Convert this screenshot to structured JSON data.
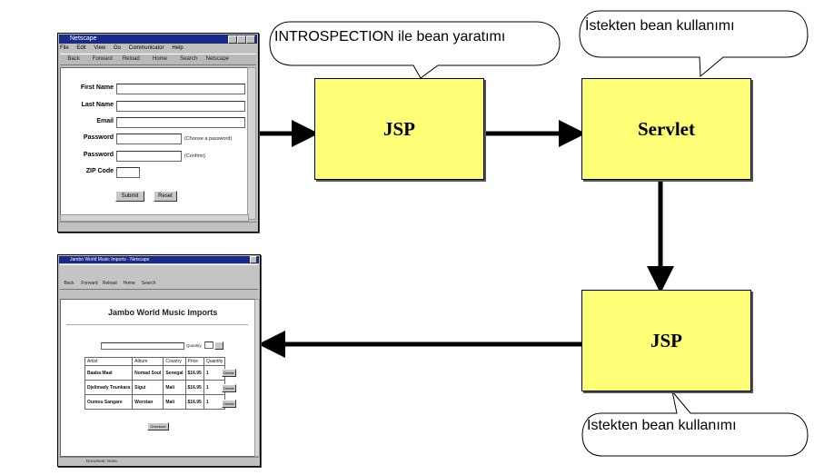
{
  "boxes": {
    "jsp_top": "JSP",
    "servlet": "Servlet",
    "jsp_bottom": "JSP"
  },
  "callouts": {
    "introspection": "INTROSPECTION ile bean yaratımı",
    "servlet_use": "İstekten bean kullanımı",
    "jsp_use": "İstekten bean kullanımı"
  },
  "form_window": {
    "title": "Netscape",
    "menu": [
      "File",
      "Edit",
      "View",
      "Go",
      "Communicator",
      "Help"
    ],
    "toolbar": [
      "Back",
      "Forward",
      "Reload",
      "Home",
      "Search",
      "Netscape"
    ],
    "fields": [
      {
        "label": "First Name"
      },
      {
        "label": "Last Name"
      },
      {
        "label": "Email"
      },
      {
        "label": "Password",
        "note": "(Choose a password)"
      },
      {
        "label": "Password",
        "note": "(Confirm)"
      },
      {
        "label": "ZIP Code"
      }
    ],
    "buttons": [
      "Submit",
      "Reset"
    ]
  },
  "results_window": {
    "title": "Jambo World Music Imports - Netscape",
    "page_title": "Jambo World Music Imports",
    "search_label": "Quantity",
    "columns": [
      "Artist",
      "Album",
      "Country",
      "Price",
      "Quantity"
    ],
    "rows": [
      {
        "artist": "Baaba Maal",
        "album": "Nomad Soul",
        "country": "Senegal",
        "price": "$16.95",
        "qty": "1",
        "action": "Delete"
      },
      {
        "artist": "Djelimady Tounkara",
        "album": "Sigui",
        "country": "Mali",
        "price": "$16.95",
        "qty": "1",
        "action": "Delete"
      },
      {
        "artist": "Oumou Sangare",
        "album": "Worotan",
        "country": "Mali",
        "price": "$16.95",
        "qty": "1",
        "action": "Delete"
      }
    ],
    "checkout": "Checkout",
    "status": "Document: Done"
  }
}
